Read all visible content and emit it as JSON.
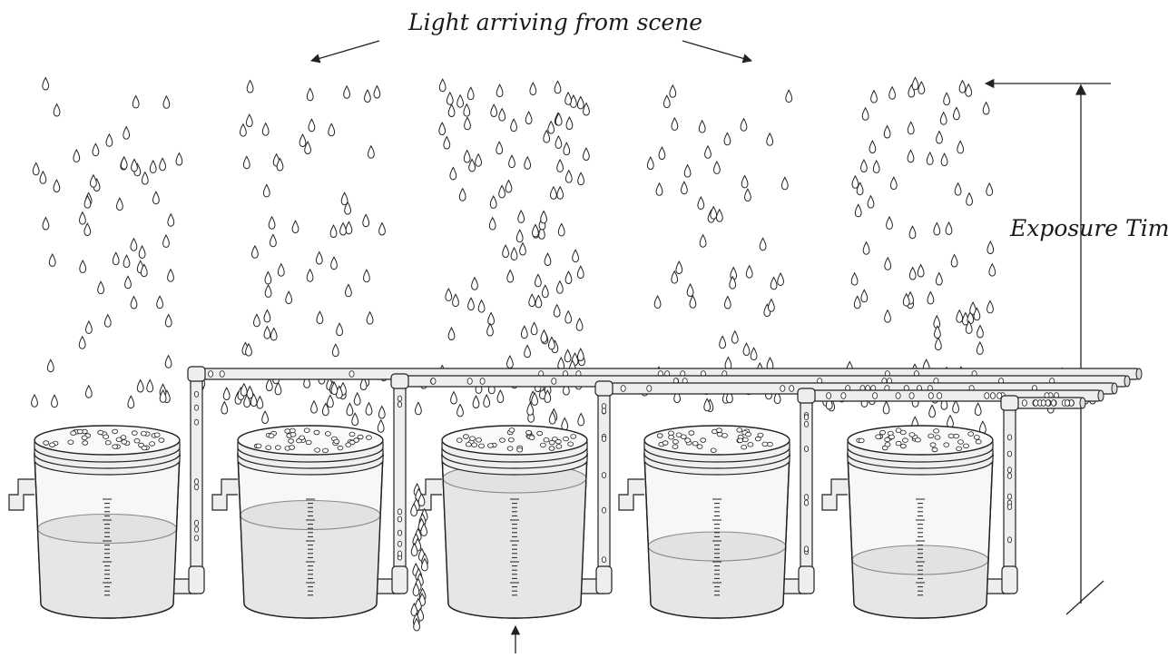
{
  "labels": {
    "light_arriving": "Light arriving from scene",
    "exposure_time": "Exposure Time"
  },
  "buckets": [
    {
      "name": "bucket-1",
      "fill_level": 0.55
    },
    {
      "name": "bucket-2",
      "fill_level": 0.65
    },
    {
      "name": "bucket-3",
      "fill_level": 0.92
    },
    {
      "name": "bucket-4",
      "fill_level": 0.42
    },
    {
      "name": "bucket-5",
      "fill_level": 0.32
    }
  ],
  "colors": {
    "stroke": "#222222",
    "water": "#e6e6e6",
    "bucket_fill": "#f7f7f7",
    "pipe_fill": "#eeeeee",
    "drop_fill": "#ffffff"
  }
}
